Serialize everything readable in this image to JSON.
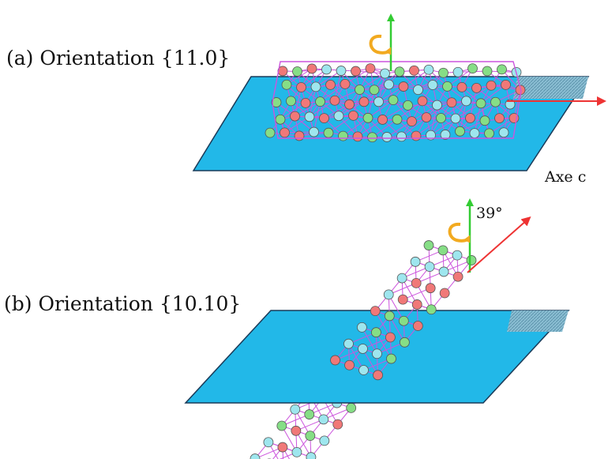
{
  "panels": [
    {
      "id": "a",
      "label": "(a) Orientation {11.0}"
    },
    {
      "id": "b",
      "label": "(b) Orientation {10.10}"
    }
  ],
  "labels": {
    "c_axis": "Axe c",
    "angle": "39°"
  },
  "colors": {
    "plane": "#22b8e8",
    "plane_edge": "#1a3a58",
    "plane_shadow": "#6aa0b8",
    "bond": "#cc55dd",
    "atom_red": "#f07878",
    "atom_cyan": "#9ee6ee",
    "atom_green": "#86de86",
    "arrow_green": "#33cc33",
    "arrow_red": "#ee3333",
    "rotation": "#f2aa20"
  }
}
